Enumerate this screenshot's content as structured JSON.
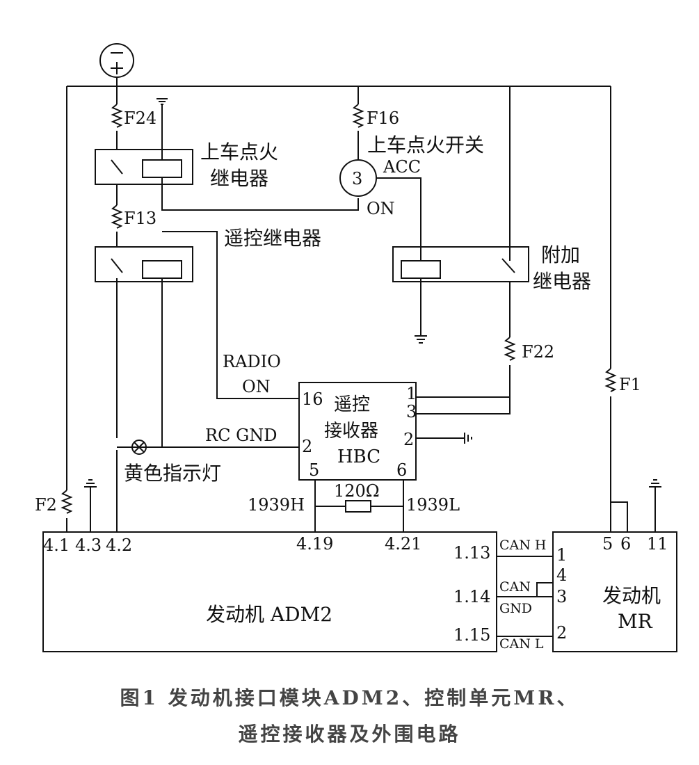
{
  "fuses": {
    "f24": "F24",
    "f16": "F16",
    "f13": "F13",
    "f22": "F22",
    "f1": "F1",
    "f2": "F2"
  },
  "relays": {
    "ignition_relay_line1": "上车点火",
    "ignition_relay_line2": "继电器",
    "remote_relay": "遥控继电器",
    "aux_relay_line1": "附加",
    "aux_relay_line2": "继电器"
  },
  "ignition_switch": {
    "title": "上车点火开关",
    "pin": "3",
    "acc": "ACC",
    "on": "ON"
  },
  "receiver": {
    "line1": "遥控",
    "line2": "接收器",
    "line3": "HBC",
    "pins": {
      "p16": "16",
      "p2_left": "2",
      "p5": "5",
      "p6": "6",
      "p1": "1",
      "p3": "3",
      "p2_right": "2"
    },
    "radio_on_line1": "RADIO",
    "radio_on_line2": "ON",
    "rc_gnd": "RC GND"
  },
  "lamp": "黄色指示灯",
  "can_bus": {
    "h_1939": "1939H",
    "l_1939": "1939L",
    "resistor": "120Ω",
    "can_h": "CAN H",
    "can_gnd_line1": "CAN",
    "can_gnd_line2": "GND",
    "can_l": "CAN L"
  },
  "adm2": {
    "label": "发动机  ADM2",
    "pins": {
      "p41": "4.1",
      "p43": "4.3",
      "p42": "4.2",
      "p419": "4.19",
      "p421": "4.21",
      "p113": "1.13",
      "p114": "1.14",
      "p115": "1.15"
    }
  },
  "mr": {
    "line1": "发动机",
    "line2": "MR",
    "pins": {
      "p1": "1",
      "p4": "4",
      "p3": "3",
      "p2": "2",
      "p5": "5",
      "p6": "6",
      "p11": "11"
    }
  },
  "caption": {
    "line1": "图1   发动机接口模块ADM2、控制单元MR、",
    "line2": "遥控接收器及外围电路"
  }
}
